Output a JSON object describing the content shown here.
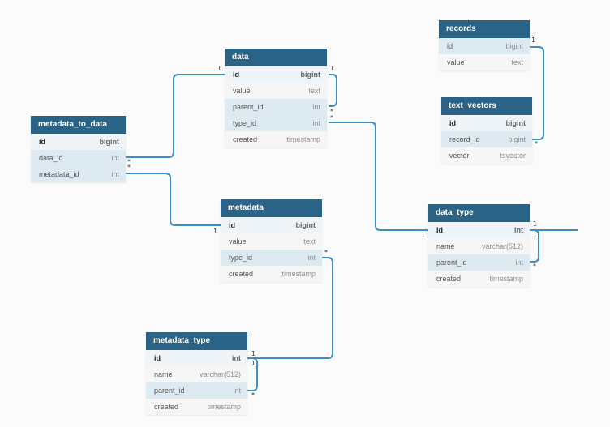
{
  "tables": {
    "records": {
      "title": "records",
      "columns": [
        {
          "name": "id",
          "type": "bigint"
        },
        {
          "name": "value",
          "type": "text"
        }
      ]
    },
    "text_vectors": {
      "title": "text_vectors",
      "columns": [
        {
          "name": "id",
          "type": "bigint"
        },
        {
          "name": "record_id",
          "type": "bigint"
        },
        {
          "name": "vector",
          "type": "tsvector"
        }
      ]
    },
    "data": {
      "title": "data",
      "columns": [
        {
          "name": "id",
          "type": "bigint"
        },
        {
          "name": "value",
          "type": "text"
        },
        {
          "name": "parent_id",
          "type": "int"
        },
        {
          "name": "type_id",
          "type": "int"
        },
        {
          "name": "created",
          "type": "timestamp"
        }
      ]
    },
    "metadata_to_data": {
      "title": "metadata_to_data",
      "columns": [
        {
          "name": "id",
          "type": "bigint"
        },
        {
          "name": "data_id",
          "type": "int"
        },
        {
          "name": "metadata_id",
          "type": "int"
        }
      ]
    },
    "metadata": {
      "title": "metadata",
      "columns": [
        {
          "name": "id",
          "type": "bigint"
        },
        {
          "name": "value",
          "type": "text"
        },
        {
          "name": "type_id",
          "type": "int"
        },
        {
          "name": "created",
          "type": "timestamp"
        }
      ]
    },
    "data_type": {
      "title": "data_type",
      "columns": [
        {
          "name": "id",
          "type": "int"
        },
        {
          "name": "name",
          "type": "varchar(512)"
        },
        {
          "name": "parent_id",
          "type": "int"
        },
        {
          "name": "created",
          "type": "timestamp"
        }
      ]
    },
    "metadata_type": {
      "title": "metadata_type",
      "columns": [
        {
          "name": "id",
          "type": "int"
        },
        {
          "name": "name",
          "type": "varchar(512)"
        },
        {
          "name": "parent_id",
          "type": "int"
        },
        {
          "name": "created",
          "type": "timestamp"
        }
      ]
    }
  },
  "relationships": [
    {
      "from": "text_vectors.record_id",
      "to": "records.id",
      "from_card": "*",
      "to_card": "1"
    },
    {
      "from": "data.parent_id",
      "to": "data.id",
      "from_card": "*",
      "to_card": "1"
    },
    {
      "from": "data.type_id",
      "to": "data_type.id",
      "from_card": "*",
      "to_card": "1"
    },
    {
      "from": "metadata_to_data.data_id",
      "to": "data.id",
      "from_card": "*",
      "to_card": "1"
    },
    {
      "from": "metadata_to_data.metadata_id",
      "to": "metadata.id",
      "from_card": "*",
      "to_card": "1"
    },
    {
      "from": "metadata.type_id",
      "to": "metadata_type.id",
      "from_card": "*",
      "to_card": "1"
    },
    {
      "from": "metadata_type.parent_id",
      "to": "metadata_type.id",
      "from_card": "*",
      "to_card": "1"
    },
    {
      "from": "data_type.parent_id",
      "to": "data_type.id",
      "from_card": "*",
      "to_card": "1"
    },
    {
      "from": "data_type.id",
      "to": "offscreen",
      "from_card": "1",
      "to_card": ""
    }
  ],
  "colors": {
    "header": "#2b6387",
    "connector": "#3b8fc4",
    "pk_row": "#eef4f8",
    "fk_row": "#deeaf2"
  }
}
